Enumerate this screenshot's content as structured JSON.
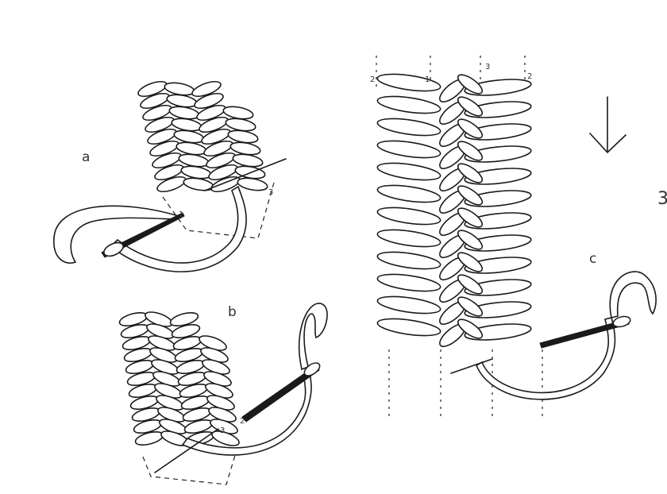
{
  "figure": {
    "labels": {
      "a": "a",
      "b": "b",
      "c": "c"
    },
    "numbers": {
      "one": "1",
      "two": "2",
      "three": "3"
    },
    "edge_mark": "3",
    "colors": {
      "ink": "#1a1a1a",
      "paper": "#ffffff"
    }
  }
}
